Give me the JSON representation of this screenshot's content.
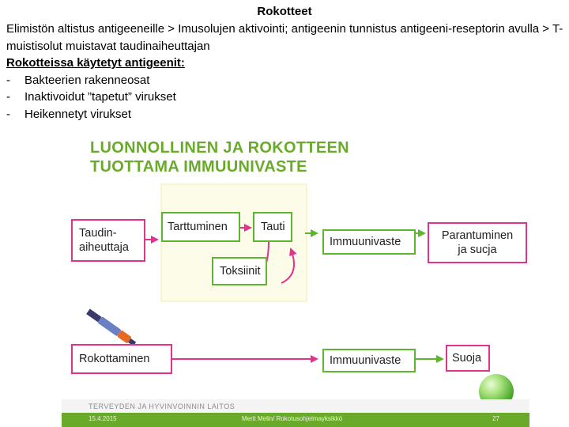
{
  "slide": {
    "title": "Rokotteet",
    "intro": "Elimistön altistus antigeeneille > Imusolujen aktivointi; antigeenin tunnistus antigeeni-reseptorin avulla > T-muistisolut muistavat taudinaiheuttajan",
    "subheading": "Rokotteissa käytetyt antigeenit:",
    "bullets": [
      {
        "dash": "-",
        "text": "Bakteerien rakenneosat"
      },
      {
        "dash": "-",
        "text": "Inaktivoidut ”tapetut” virukset"
      },
      {
        "dash": "-",
        "text": "Heikennetyt virukset"
      }
    ]
  },
  "figure": {
    "title_line1": "LUONNOLLINEN JA ROKOTTEEN",
    "title_line2": "TUOTTAMA IMMUUNIVASTE",
    "boxes": {
      "taudinaiheuttaja_line1": "Taudin-",
      "taudinaiheuttaja_line2": "aiheuttaja",
      "tarttuminen": "Tarttuminen",
      "tauti": "Tauti",
      "toksiinit": "Toksiinit",
      "immuunivaste_top": "Immuunivaste",
      "parantuminen_line1": "Parantuminen",
      "parantuminen_line2": "ja sucja",
      "rokottaminen": "Rokottaminen",
      "immuunivaste_bottom": "Immuunivaste",
      "suoja": "Suoja"
    },
    "footer": {
      "institution": "TERVEYDEN JA HYVINVOINNIN LAITOS",
      "date": "15.4.2015",
      "author": "Merit Melin/ Rokotusohjelmayksikkö",
      "page": "27"
    },
    "colors": {
      "pink": "#e2328b",
      "green": "#5db62d",
      "title_green": "#6aaa2a",
      "background_panel": "#fdfce9"
    }
  }
}
